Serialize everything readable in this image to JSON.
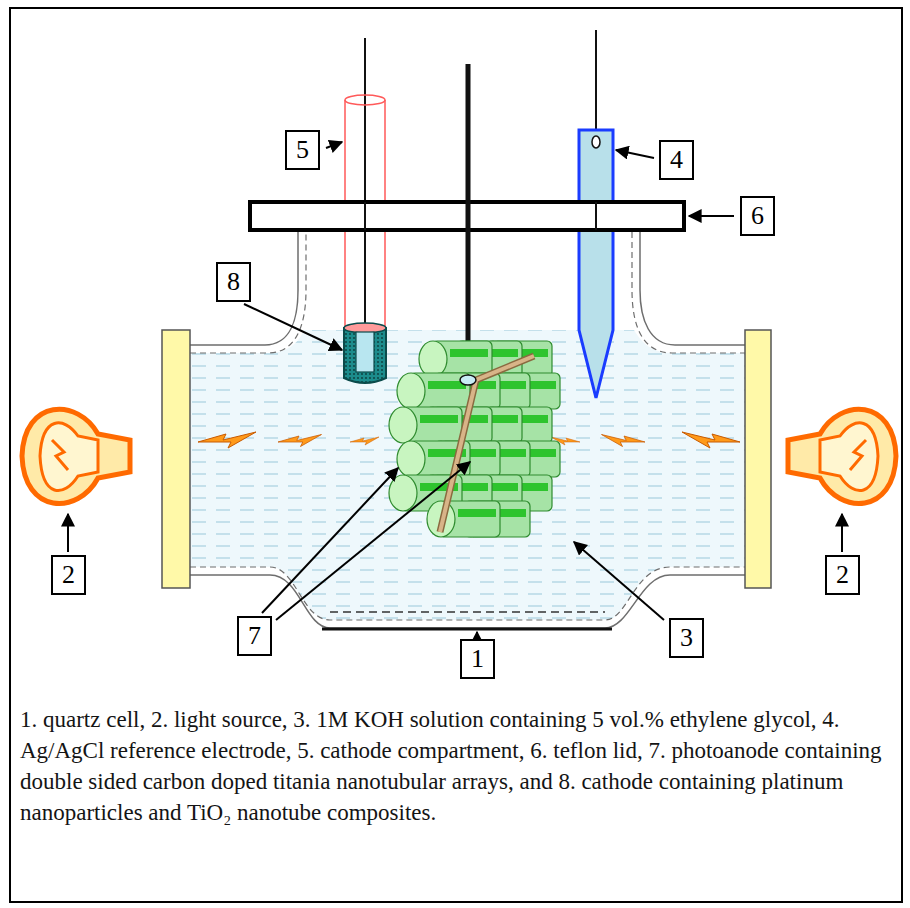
{
  "diagram": {
    "caption": "1. quartz cell, 2. light source, 3. 1M KOH solution containing 5 vol.% ethylene glycol, 4. Ag/AgCl reference electrode, 5. cathode compartment, 6. teflon lid, 7. photoanode containing double sided carbon doped titania nanotubular arrays, and 8. cathode containing platinum nanoparticles and TiO₂ nanotube composites.",
    "nodes": [
      {
        "text": [
          "5"
        ]
      },
      {
        "text": [
          "4"
        ]
      },
      {
        "text": [
          "6"
        ]
      },
      {
        "text": [
          "8"
        ]
      },
      {
        "text": [
          "2"
        ]
      },
      {
        "text": [
          "2"
        ]
      },
      {
        "text": [
          "7"
        ]
      },
      {
        "text": [
          "3"
        ]
      },
      {
        "text": [
          "1"
        ]
      }
    ]
  }
}
